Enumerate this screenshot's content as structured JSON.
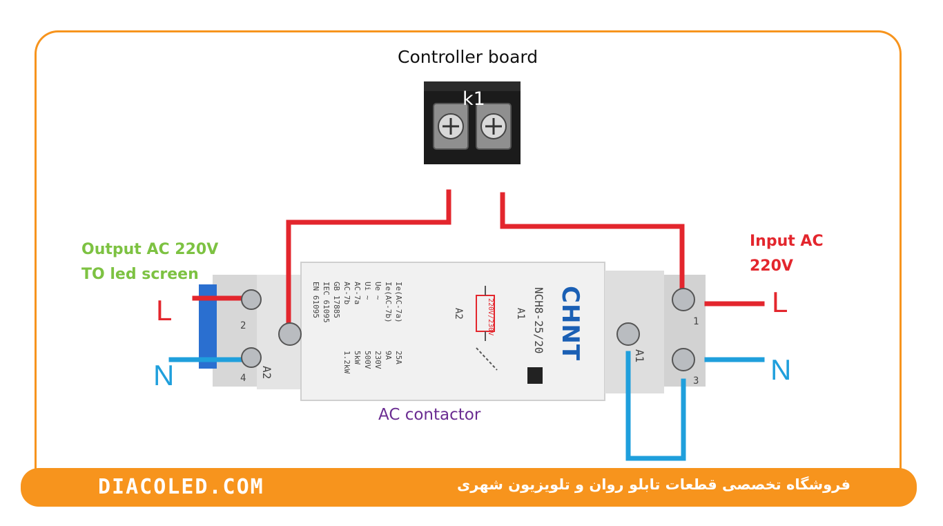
{
  "title": "Controller board",
  "terminal_label": "k1",
  "output": {
    "line1": "Output AC 220V",
    "line2": "TO led screen",
    "L": "L",
    "N": "N"
  },
  "input": {
    "line1": "Input AC",
    "line2": "220V",
    "L": "L",
    "N": "N"
  },
  "contactor_label": "AC contactor",
  "device": {
    "brand": "CHNT",
    "model": "NCH8-25/20",
    "coil": "220V/230V",
    "terminal_A1": "A1",
    "terminal_A2": "A2",
    "terminal_left_top": "2",
    "terminal_left_bottom": "4",
    "terminal_right_top": "1",
    "terminal_right_bottom": "3",
    "specs_left": [
      "Ie(AC-7a)",
      "Ie(AC-7b)",
      "Ue ~",
      "Ui ~",
      "AC-7a",
      "AC-7b",
      "GB 17885",
      "IEC 61095",
      "EN 61095"
    ],
    "specs_right": [
      "25A",
      "9A",
      "230V",
      "500V",
      "5kW",
      "1.2kW"
    ]
  },
  "footer": {
    "brand": "DIACOLED.COM",
    "slogan": "فروشگاه تخصصی قطعات تابلو روان و تلویزیون شهری"
  },
  "colors": {
    "accent": "#f7941d",
    "live_wire": "#e3262d",
    "neutral_wire": "#1f9fdc",
    "output_text": "#7dc242",
    "contactor_text": "#6a2c91"
  }
}
